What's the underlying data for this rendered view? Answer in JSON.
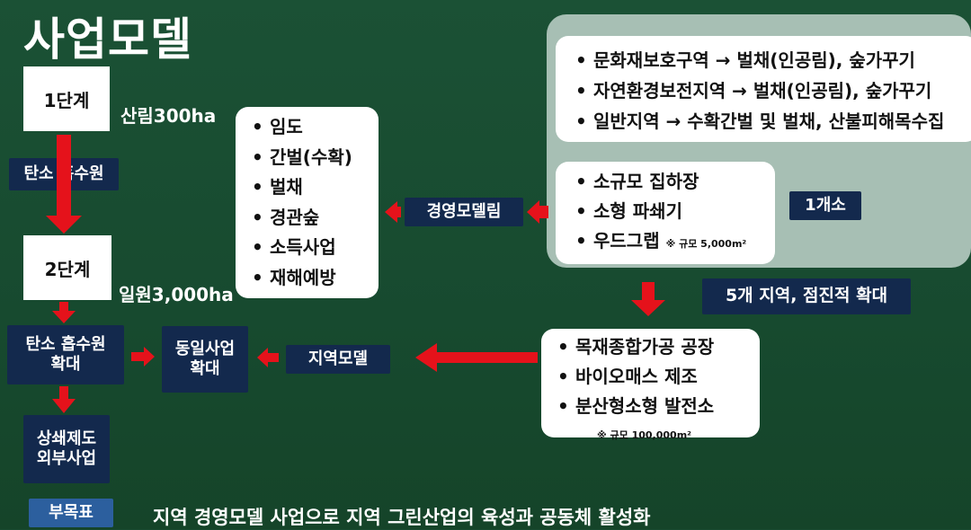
{
  "title": "사업모델",
  "stage1": {
    "label": "1단계",
    "area": "산림300ha"
  },
  "carbon_source": "탄소 흡수원",
  "stage2": {
    "label": "2단계",
    "area": "일원3,000ha"
  },
  "carbon_expand": [
    "탄소 흡수원",
    "확대"
  ],
  "same_project": [
    "동일사업",
    "확대"
  ],
  "offset": [
    "상쇄제도",
    "외부사업"
  ],
  "regional_model": "지역모델",
  "management_model": "경영모델림",
  "forest_activities": [
    "임도",
    "간벌(수확)",
    "벌채",
    "경관숲",
    "소득사업",
    "재해예방"
  ],
  "zones": [
    "문화재보호구역 → 벌채(인공림), 숲가꾸기",
    "자연환경보전지역 → 벌채(인공림), 숲가꾸기",
    "일반지역 → 수확간벌 및 벌채, 산불피해목수집"
  ],
  "small_facility": {
    "items": [
      "소규모 집하장",
      "소형 파쇄기",
      "우드그랩"
    ],
    "note": "※ 규모 5,000m²"
  },
  "one_site": "1개소",
  "expand_regions": "5개 지역, 점진적 확대",
  "large_facility": {
    "items": [
      "목재종합가공 공장",
      "바이오매스 제조",
      "분산형소형 발전소"
    ],
    "note": "※ 규모 100,000m²"
  },
  "sub_goal": {
    "label": "부목표",
    "text": "지역  경영모델 사업으로  지역 그린산업의  육성과  공동체  활성화"
  },
  "colors": {
    "background": "#184a30",
    "navy": "#13294d",
    "arrow": "#e5121b",
    "grey_panel": "#a7bfb4"
  }
}
